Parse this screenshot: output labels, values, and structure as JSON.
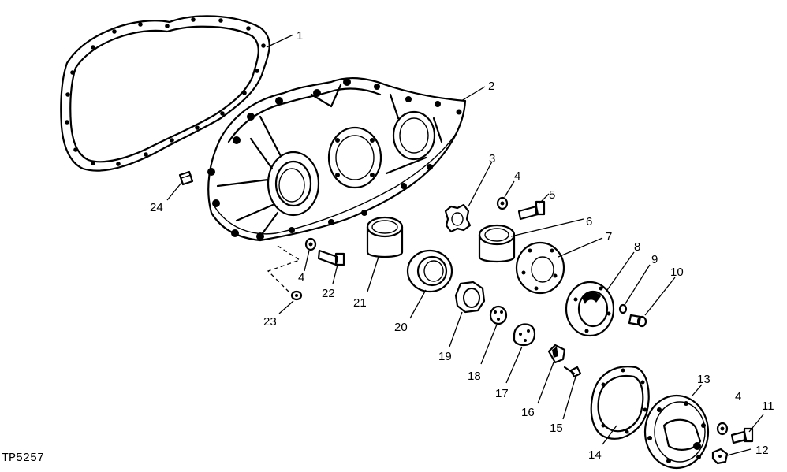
{
  "figure_code": "TP5257",
  "callouts": {
    "c1": "1",
    "c2": "2",
    "c3": "3",
    "c4a": "4",
    "c4b": "4",
    "c4c": "4",
    "c5": "5",
    "c6": "6",
    "c7": "7",
    "c8": "8",
    "c9": "9",
    "c10": "10",
    "c11": "11",
    "c12": "12",
    "c13": "13",
    "c14": "14",
    "c15": "15",
    "c16": "16",
    "c17": "17",
    "c18": "18",
    "c19": "19",
    "c20": "20",
    "c21": "21",
    "c22": "22",
    "c23": "23",
    "c24": "24"
  }
}
